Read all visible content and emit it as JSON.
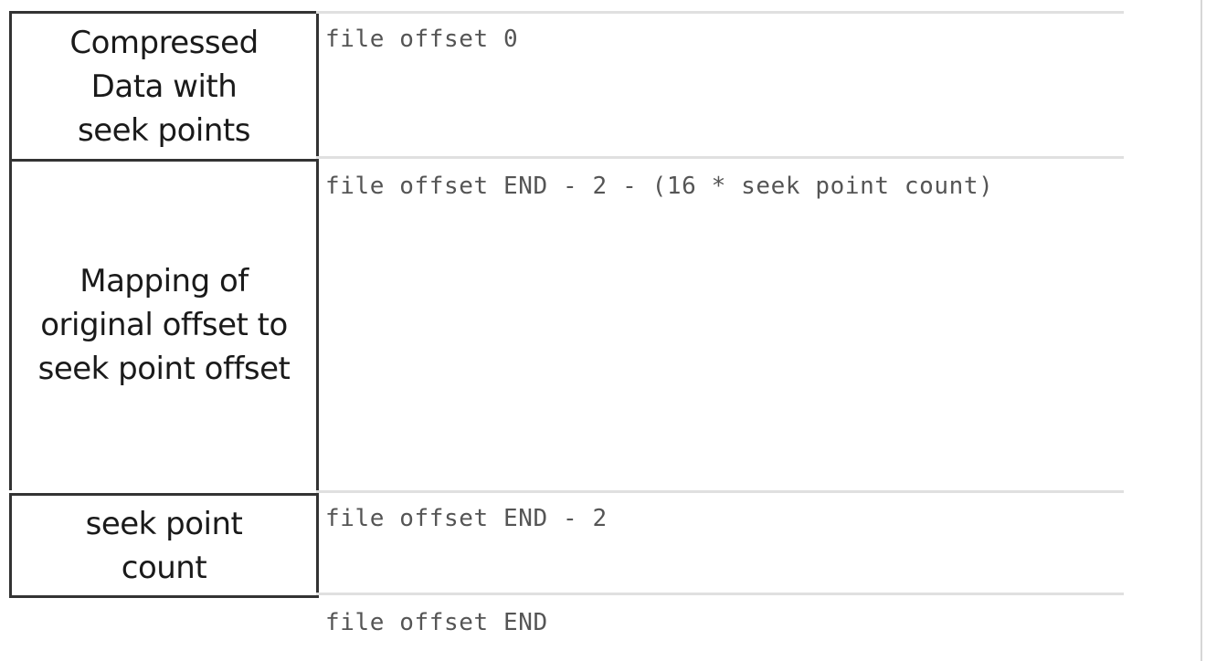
{
  "blocks": [
    {
      "label": "Compressed\nData with\nseek points"
    },
    {
      "label": "Mapping of\noriginal offset to\nseek point offset"
    },
    {
      "label": "seek point\ncount"
    }
  ],
  "offsets": [
    "file offset 0",
    "file offset END - 2 - (16 * seek point count)",
    "file offset END - 2",
    "file offset END"
  ]
}
